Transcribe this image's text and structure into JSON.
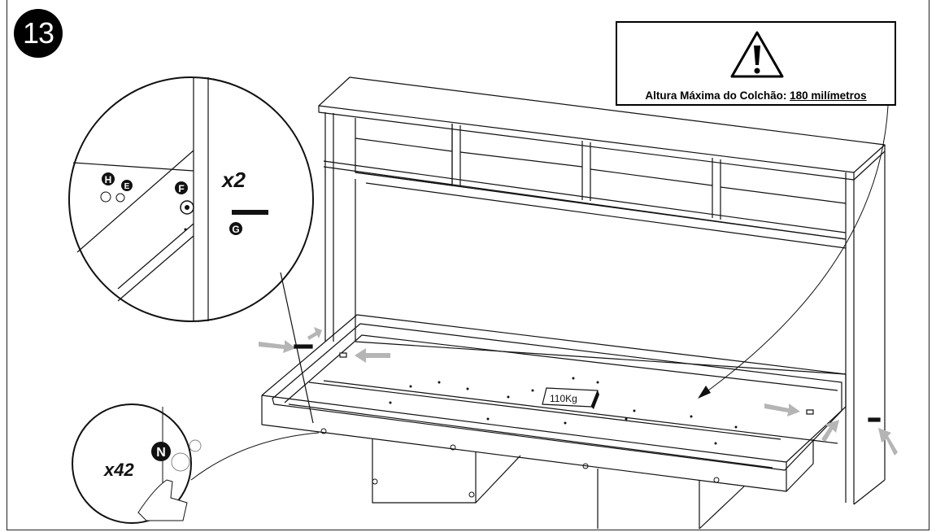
{
  "step_number": "13",
  "warning": {
    "icon": "warning-triangle-icon",
    "label": "Altura Máxima do Colchão:",
    "value": "180 milímetros"
  },
  "detail_top": {
    "quantity": "x2",
    "parts": [
      "H",
      "E",
      "F",
      "G"
    ]
  },
  "detail_bottom": {
    "quantity": "x42",
    "part": "N"
  },
  "weight_label": "110Kg"
}
